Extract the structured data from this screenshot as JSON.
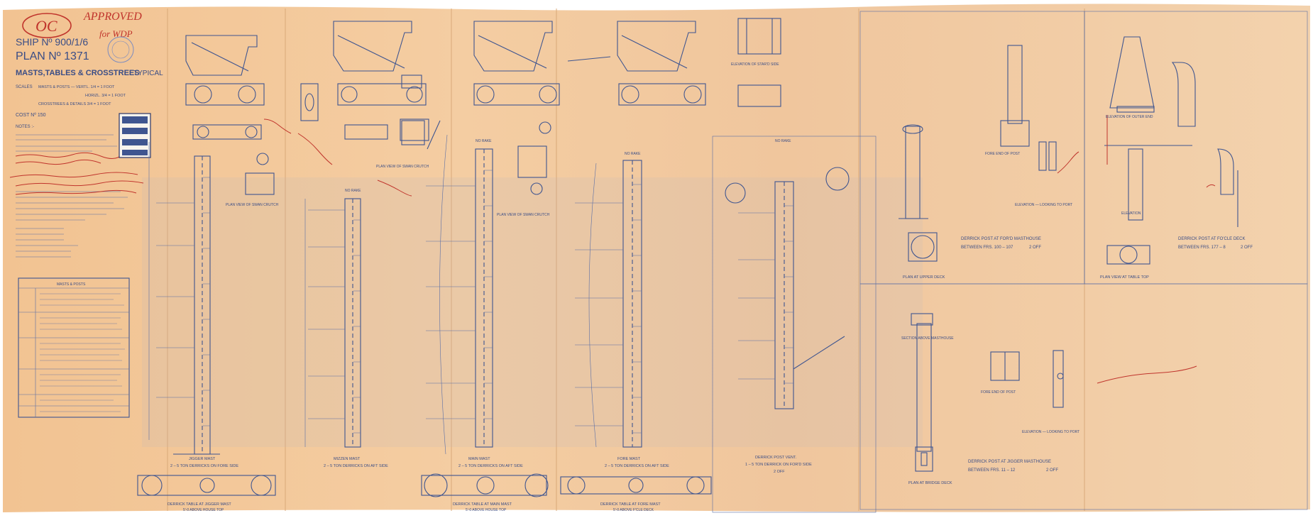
{
  "title_block": {
    "stamp": "OC",
    "approved": "APPROVED",
    "approved_for": "for WDP",
    "ship_no": "SHIP Nº 900/1/6",
    "plan_no": "PLAN Nº 1371",
    "title": "MASTS,TABLES & CROSSTREES",
    "typical": "TYPICAL",
    "scale_label": "SCALES",
    "scale_1": "MASTS & POSTS — VERTL. 1/4 = 1 FOOT",
    "scale_2": "HORIZL. 3/4 = 1 FOOT",
    "scale_3": "CROSSTREES & DETAILS  3/4 = 1 FOOT",
    "cost_no": "COST Nº 150",
    "notes_title": "NOTES :-",
    "inset_title": "MASTS & POSTS"
  },
  "drawings": {
    "jigger_mast": "JIGGER MAST",
    "jigger_derricks": "2 – 5 TON DERRICKS ON FORE SIDE",
    "jigger_table": "DERRICK TABLE AT JIGGER MAST",
    "jigger_table_sub": "5'-0 ABOVE HOUSE TOP",
    "mizzen_mast": "MIZZEN MAST",
    "mizzen_derricks": "2 – 5 TON DERRICKS ON AFT SIDE",
    "main_mast": "MAIN MAST",
    "main_derricks": "2 – 5 TON DERRICKS ON AFT SIDE",
    "main_table": "DERRICK TABLE AT MAIN MAST",
    "main_table_sub": "5'-0 ABOVE HOUSE TOP",
    "fore_mast": "FORE MAST",
    "fore_derricks": "2 – 5 TON DERRICKS ON AFT SIDE",
    "fore_table": "DERRICK TABLE AT FORE MAST",
    "fore_table_sub": "5'-0 ABOVE F'CLE DECK",
    "derrick_post_vent": "DERRICK POST VENT.",
    "derrick_post_vent_sub": "1 – 5 TON DERRICK ON FOR'D SIDE",
    "off_label": "2 OFF",
    "plan_view_swan_1": "PLAN VIEW OF SWAN CRUTCH",
    "plan_view_swan_2": "PLAN VIEW OF SWAN CRUTCH",
    "plan_view_swan_3": "PLAN VIEW OF SWAN CRUTCH",
    "no_rake": "NO RAKE",
    "fore_masthouse_title": "DERRICK POST AT FOR'D MASTHOUSE",
    "fore_masthouse_frames": "BETWEEN FRS. 100 – 107",
    "fore_masthouse_off": "2 OFF",
    "fcle_deck_title": "DERRICK POST AT FO'CLE DECK",
    "fcle_deck_frames": "BETWEEN FRS. 177 – 8",
    "fcle_deck_off": "2 OFF",
    "jigger_masthouse_title": "DERRICK POST AT JIGGER MASTHOUSE",
    "jigger_masthouse_frames": "BETWEEN FRS. 11 – 12",
    "jigger_masthouse_off": "2 OFF",
    "plan_upper_deck": "PLAN AT UPPER DECK",
    "plan_table_top": "PLAN VIEW AT TABLE TOP",
    "plan_bridge_deck": "PLAN AT BRIDGE DECK",
    "elevation_looking_fwd": "ELEVATION — LOOKING TO PORT",
    "elevation_looking_fwd_2": "ELEVATION — LOOKING TO PORT",
    "elevation": "ELEVATION",
    "elevation_outer_end": "ELEVATION OF OUTER END",
    "fore_end_post": "FORE END OF POST",
    "fore_end_post_2": "FORE END OF POST",
    "section_masthouse": "SECTION ABOVE MASTHOUSE",
    "elevation_stbd": "ELEVATION OF STAR'D SIDE"
  },
  "colors": {
    "paper": "#f3c79a",
    "paper_light": "#f6d4ae",
    "ink": "#3f5590",
    "red_pencil": "#c0342c"
  }
}
